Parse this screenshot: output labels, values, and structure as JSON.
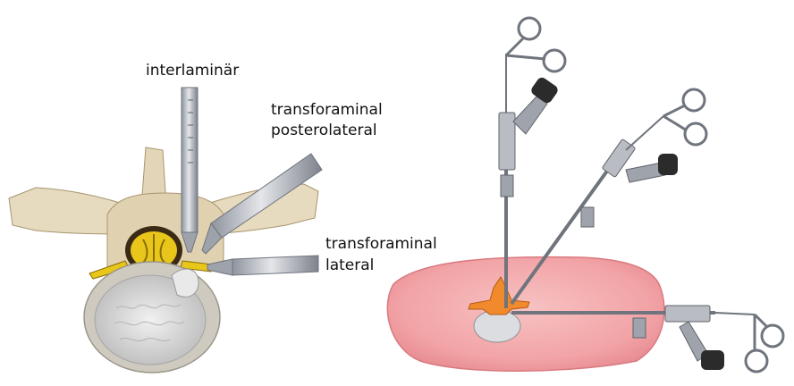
{
  "labels": {
    "interlaminar": "interlaminär",
    "transforaminal_posterolateral_1": "transforaminal",
    "transforaminal_posterolateral_2": "posterolateral",
    "transforaminal_lateral_1": "transforaminal",
    "transforaminal_lateral_2": "lateral"
  },
  "colors": {
    "background": "#ffffff",
    "bone": "#e8dcc4",
    "bone_shadow": "#c9b996",
    "spinal_cord": "#e8c61a",
    "dura": "#3b2a14",
    "disc": "#d9d9d9",
    "instrument": "#a8acb6",
    "body_outline": "#f2c7c7",
    "vertebra_orange": "#f08a2c"
  }
}
